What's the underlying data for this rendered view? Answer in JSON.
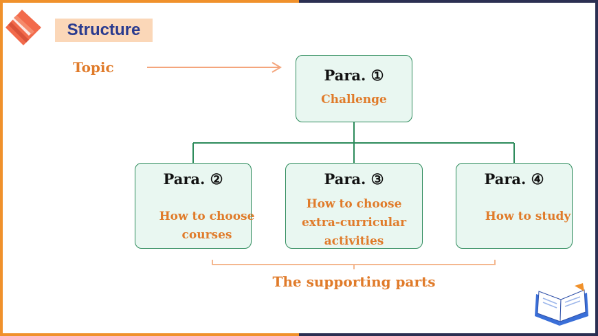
{
  "title": "Structure",
  "topic_label": "Topic",
  "root": {
    "title": "Para. ①",
    "subtitle": "Challenge"
  },
  "children": [
    {
      "title": "Para. ②",
      "subtitle_lines": [
        "How to choose",
        "courses"
      ]
    },
    {
      "title": "Para. ③",
      "subtitle_lines": [
        "How to choose",
        "extra-curricular",
        "activities"
      ]
    },
    {
      "title": "Para. ④",
      "subtitle_lines": [
        "How to study"
      ]
    }
  ],
  "supporting_label": "The supporting parts",
  "colors": {
    "accent": "#f0912b",
    "navy": "#2b2f52",
    "green": "#2b8a5a",
    "orange_text": "#e07b2a",
    "title_blue": "#2a3b8f"
  },
  "icons": [
    "book-logo-icon",
    "open-book-icon",
    "arrow-right-icon"
  ]
}
